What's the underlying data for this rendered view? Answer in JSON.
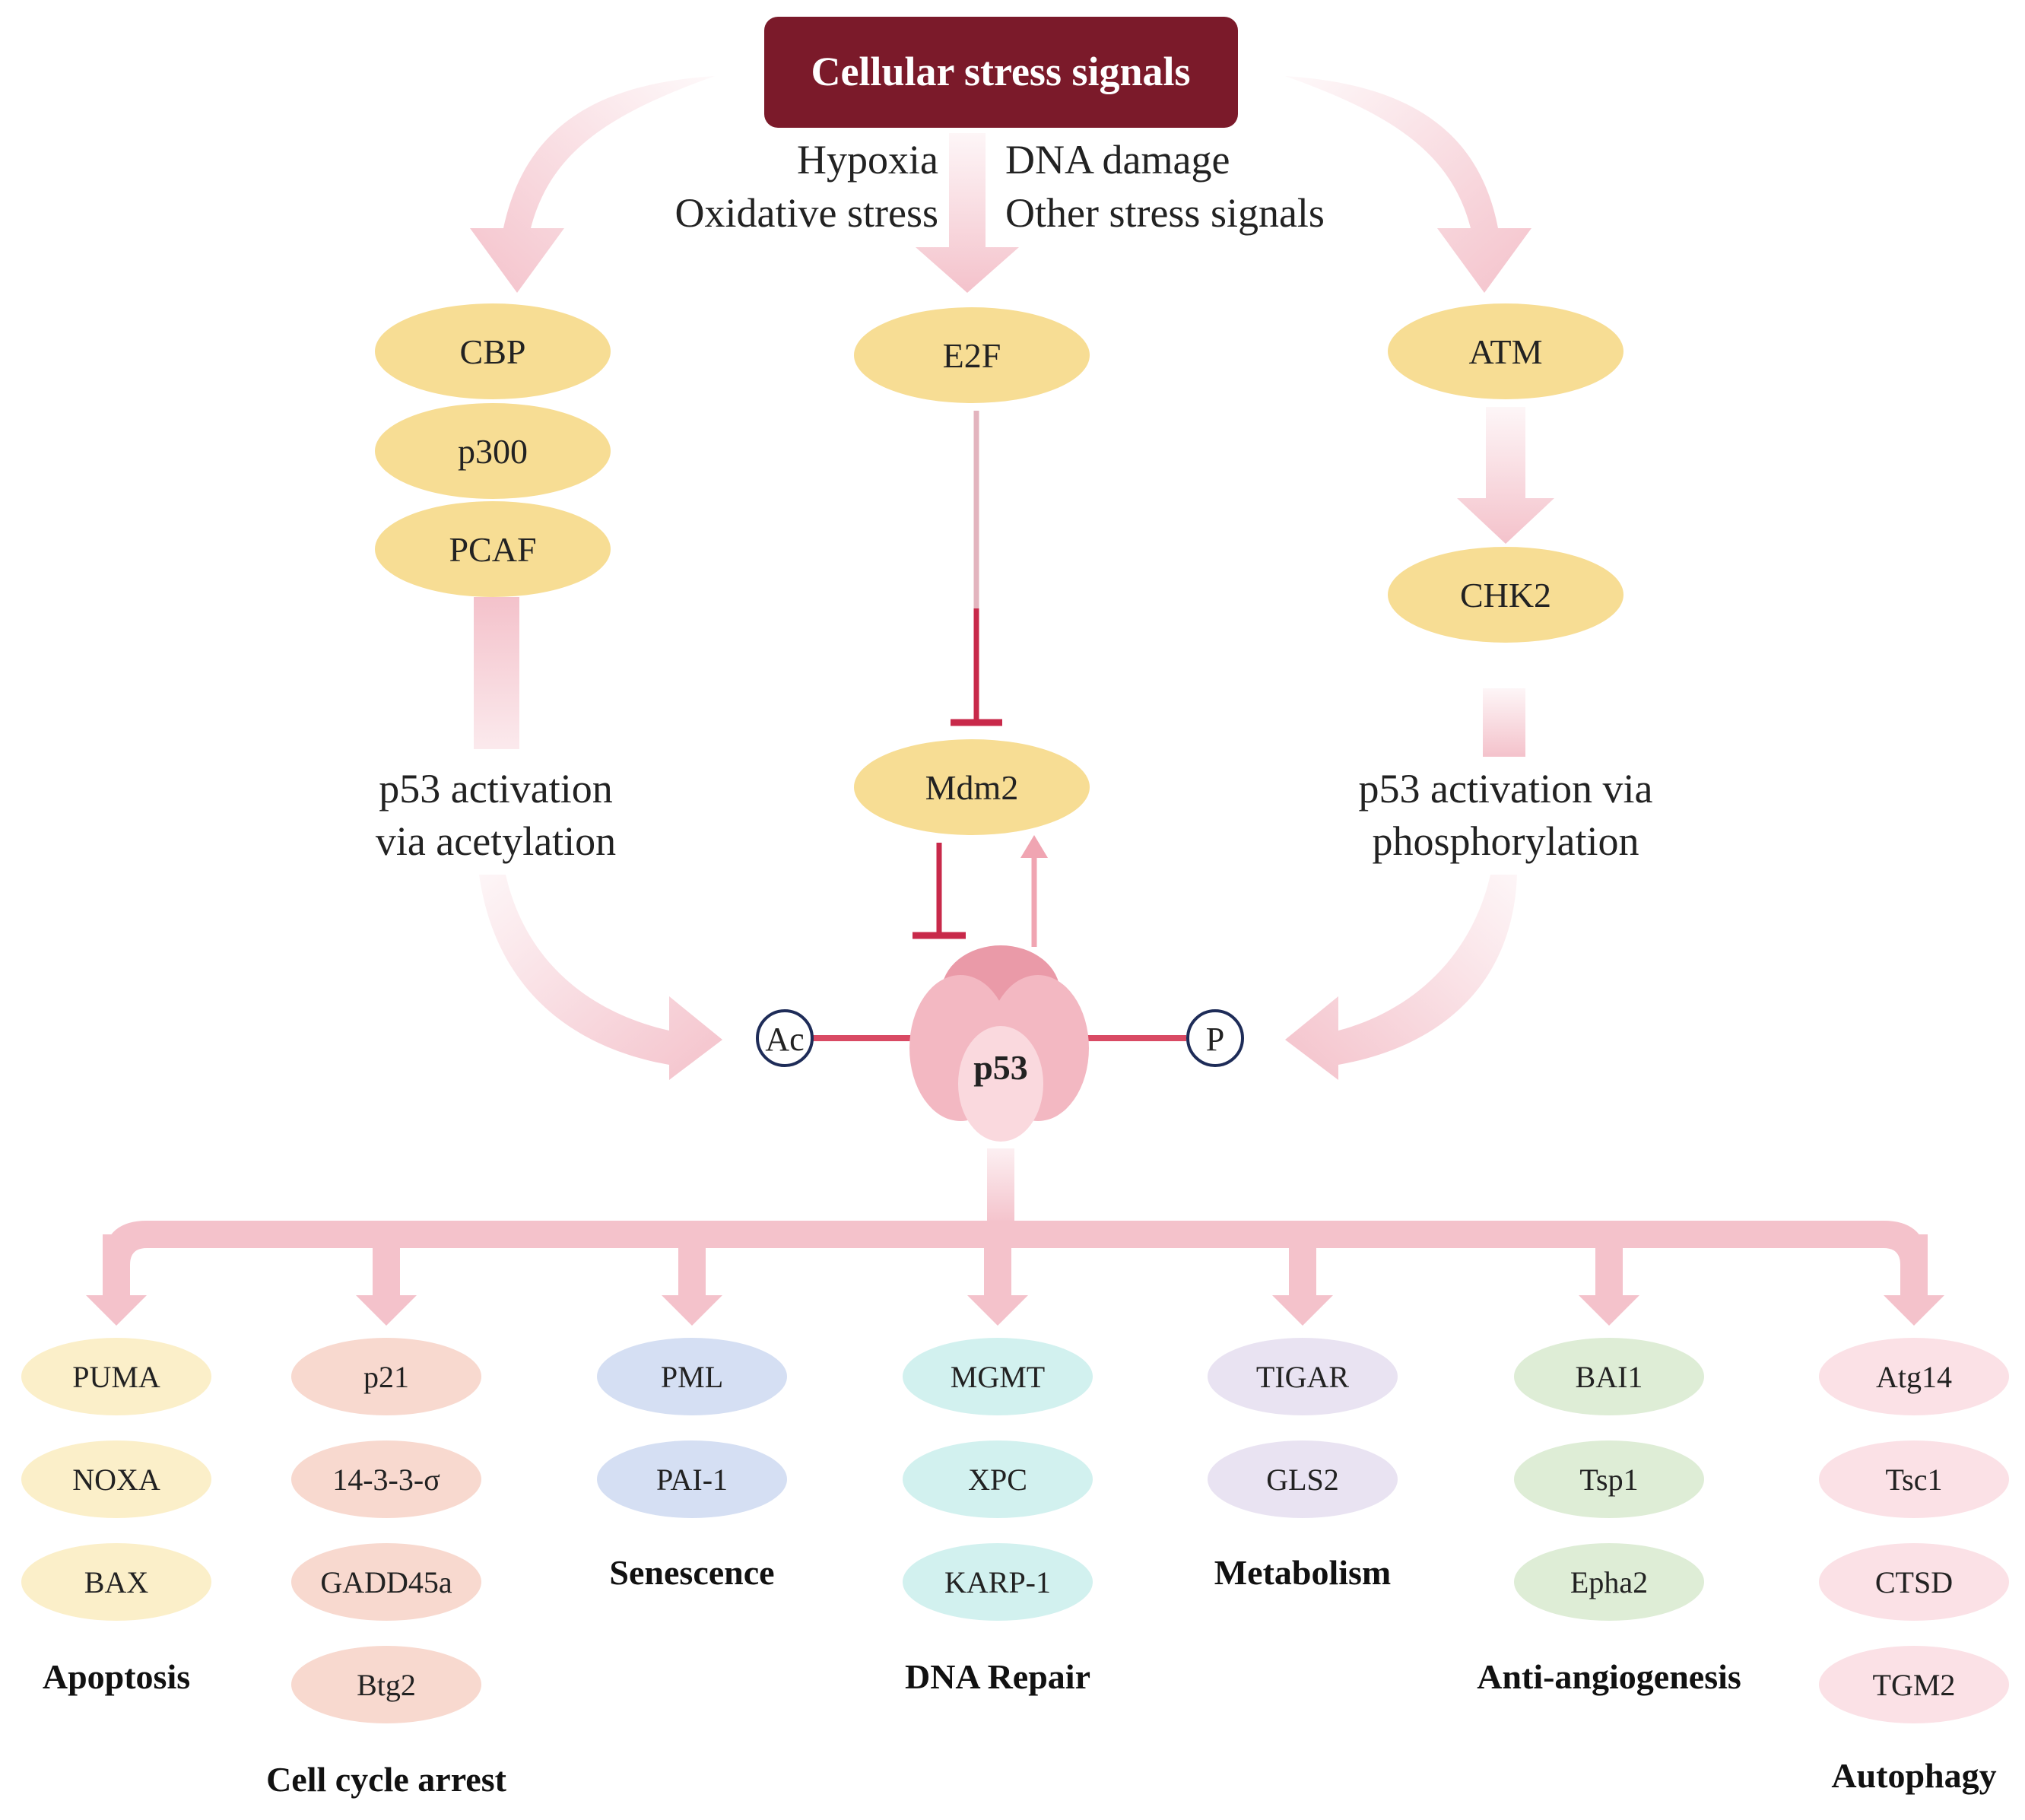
{
  "header": {
    "title": "Cellular stress signals",
    "signals_left": [
      "Hypoxia",
      "Oxidative stress"
    ],
    "signals_right": [
      "DNA damage",
      "Other stress signals"
    ]
  },
  "left_pathway": {
    "nodes": [
      "CBP",
      "p300",
      "PCAF"
    ],
    "label_lines": [
      "p53 activation",
      "via acetylation"
    ]
  },
  "center_pathway": {
    "e2f": "E2F",
    "mdm2": "Mdm2"
  },
  "right_pathway": {
    "atm": "ATM",
    "chk2": "CHK2",
    "label_lines": [
      "p53 activation via",
      "phosphorylation"
    ]
  },
  "p53": {
    "label": "p53",
    "acetyl": "Ac",
    "phospho": "P"
  },
  "outcomes": [
    {
      "label": "Apoptosis",
      "genes": [
        "PUMA",
        "NOXA",
        "BAX"
      ],
      "color": "#fbefc9"
    },
    {
      "label": "Cell cycle arrest",
      "genes": [
        "p21",
        "14-3-3-σ",
        "GADD45a",
        "Btg2"
      ],
      "color": "#f8d9cf"
    },
    {
      "label": "Senescence",
      "genes": [
        "PML",
        "PAI-1"
      ],
      "color": "#d5dff3"
    },
    {
      "label": "DNA Repair",
      "genes": [
        "MGMT",
        "XPC",
        "KARP-1"
      ],
      "color": "#d2f1ef"
    },
    {
      "label": "Metabolism",
      "genes": [
        "TIGAR",
        "GLS2"
      ],
      "color": "#e9e3f2"
    },
    {
      "label": "Anti-angiogenesis",
      "genes": [
        "BAI1",
        "Tsp1",
        "Epha2"
      ],
      "color": "#deedd6"
    },
    {
      "label": "Autophagy",
      "genes": [
        "Atg14",
        "Tsc1",
        "CTSD",
        "TGM2"
      ],
      "color": "#fbe1e6"
    }
  ],
  "colors": {
    "title_box": "#7b1a2a",
    "node_fill": "#f7dd94",
    "arrow_pink": "#f4c2cb",
    "inhibit_red": "#c8294a",
    "p53_dark": "#ea9aa8",
    "p53_mid": "#f3b8c2",
    "p53_light": "#fad9de"
  }
}
